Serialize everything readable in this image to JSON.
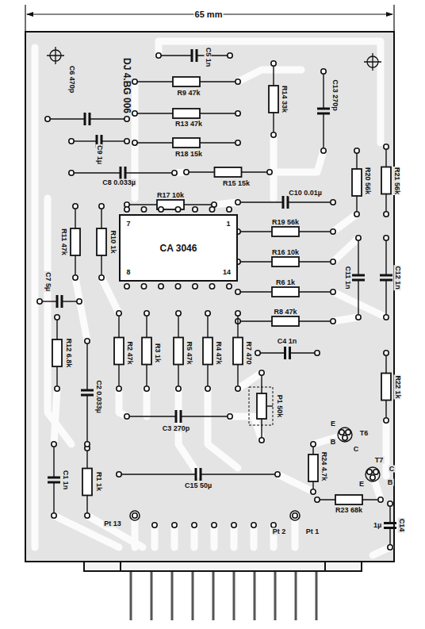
{
  "diagram": {
    "nodes": [
      {
        "text": [
          "CA 3046"
        ]
      }
    ],
    "labels": [
      "65 mm",
      "DJ 4.BG 006",
      "C5 1n",
      "C6 470p",
      "R9 47k",
      "R14 33k",
      "C13 270p",
      "R13 47k",
      "C9 1µ",
      "R18 15k",
      "R15 15k",
      "C8 0.033µ",
      "R17 10k",
      "C10 0.01µ",
      "R20 56k",
      "R21 56k",
      "R11 47k",
      "R10 1k",
      "7",
      "1",
      "8",
      "14",
      "R19 56k",
      "R16 10k",
      "R6 1k",
      "R8 47k",
      "C11 1n",
      "C12 1n",
      "C7 5µ",
      "R12 6.8k",
      "R2 47k",
      "R3 1k",
      "R5 47k",
      "R4 47k",
      "R7 470",
      "C4 1n",
      "C2 0.033µ",
      "C3 270p",
      "P1 50k",
      "R22 1k",
      "E",
      "B",
      "C",
      "T6",
      "T7",
      "C",
      "B",
      "E",
      "R24 4.7k",
      "R23 68k",
      "1µ",
      "C14",
      "C1 1n",
      "R1 1k",
      "C15 50µ",
      "Pt 13",
      "Pt 2",
      "Pt 1"
    ]
  }
}
